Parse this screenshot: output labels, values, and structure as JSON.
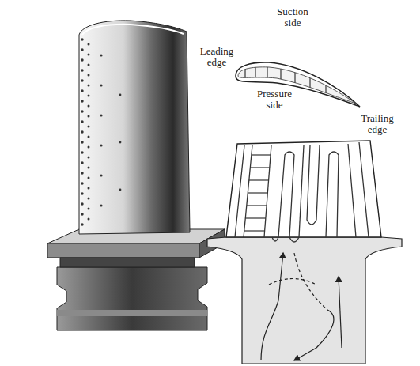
{
  "diagram": {
    "labels": [
      "Leading edge",
      "Suction side",
      "Pressure side",
      "Trailing edge"
    ]
  }
}
